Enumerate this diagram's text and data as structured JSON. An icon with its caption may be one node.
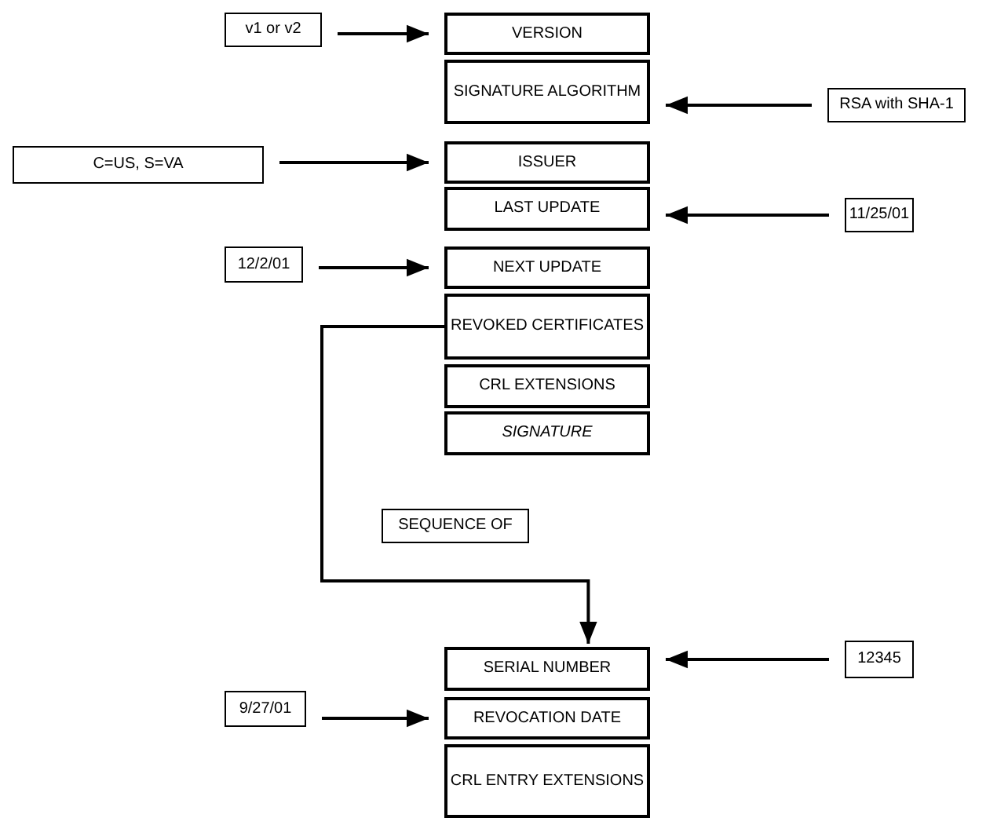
{
  "diagram": {
    "nodes": [
      {
        "text": [
          "v1 or v2"
        ]
      },
      {
        "text": [
          "VERSION"
        ]
      },
      {
        "text": [
          "SIGNATURE ALGORITHM"
        ]
      },
      {
        "text": [
          "RSA with SHA-1"
        ]
      },
      {
        "text": [
          "C=US, S=VA"
        ]
      },
      {
        "text": [
          "ISSUER"
        ]
      },
      {
        "text": [
          "LAST UPDATE"
        ]
      },
      {
        "text": [
          "11/25/01"
        ]
      },
      {
        "text": [
          "12/2/01"
        ]
      },
      {
        "text": [
          "NEXT UPDATE"
        ]
      },
      {
        "text": [
          "REVOKED CERTIFICATES"
        ]
      },
      {
        "text": [
          "CRL EXTENSIONS"
        ]
      },
      {
        "text": [
          "SIGNATURE"
        ]
      },
      {
        "text": [
          "SEQUENCE OF"
        ]
      },
      {
        "text": [
          "SERIAL NUMBER"
        ]
      },
      {
        "text": [
          "12345"
        ]
      },
      {
        "text": [
          "9/27/01"
        ]
      },
      {
        "text": [
          "REVOCATION DATE"
        ]
      },
      {
        "text": [
          "CRL ENTRY EXTENSIONS"
        ]
      }
    ],
    "edges": [
      {
        "from": 0,
        "to": 1,
        "arrow": "to"
      },
      {
        "from": 3,
        "to": 2,
        "arrow": "to"
      },
      {
        "from": 4,
        "to": 5,
        "arrow": "to"
      },
      {
        "from": 7,
        "to": 6,
        "arrow": "to"
      },
      {
        "from": 8,
        "to": 9,
        "arrow": "to"
      },
      {
        "from": 10,
        "to": 14,
        "arrow": "to"
      },
      {
        "from": 15,
        "to": 14,
        "arrow": "to"
      },
      {
        "from": 16,
        "to": 17,
        "arrow": "to"
      }
    ]
  }
}
